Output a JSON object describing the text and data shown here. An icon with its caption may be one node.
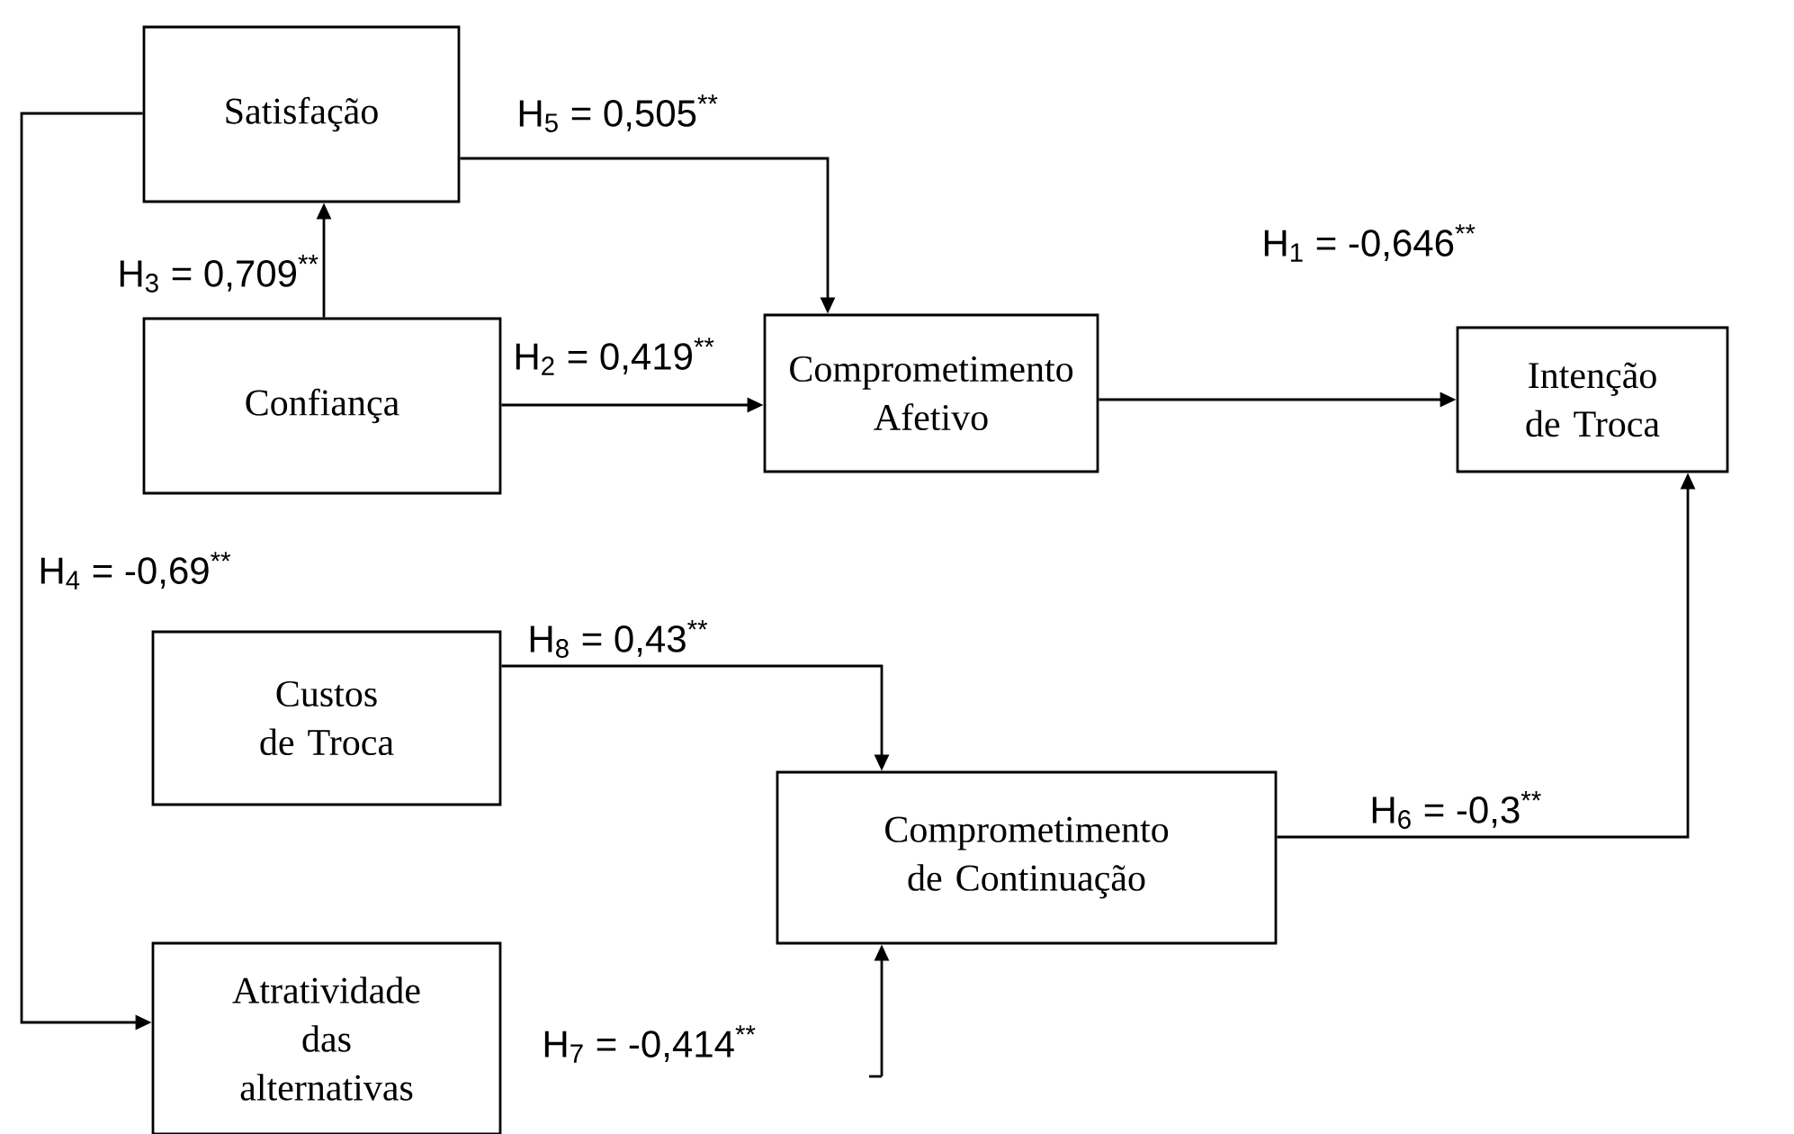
{
  "diagram": {
    "nodes": [
      {
        "text": [
          "Satisfação"
        ]
      },
      {
        "text": [
          "Confiança"
        ]
      },
      {
        "text": [
          "Comprometimento Afetivo"
        ]
      },
      {
        "text": [
          "Intenção de Troca"
        ]
      },
      {
        "text": [
          "Custos de Troca"
        ]
      },
      {
        "text": [
          "Comprometimento de Continuação"
        ]
      },
      {
        "text": [
          "Atratividade das alternativas"
        ]
      }
    ],
    "edges": [
      {
        "from": 1,
        "to": 0,
        "arrow": "to",
        "label": "H$_{3}$ = 0,709$^{**}$"
      },
      {
        "from": 0,
        "to": 2,
        "arrow": "to",
        "label": "H$_{5}$ = 0,505$^{**}$"
      },
      {
        "from": 1,
        "to": 2,
        "arrow": "to",
        "label": "H$_{2}$ = 0,419$^{**}$"
      },
      {
        "from": 2,
        "to": 3,
        "arrow": "to",
        "label": "H$_{1}$ = -0,646$^{**}$"
      },
      {
        "from": 0,
        "to": 6,
        "arrow": "to",
        "label": "H$_{4}$ = -0,69$^{**}$"
      },
      {
        "from": 4,
        "to": 5,
        "arrow": "to",
        "label": "H$_{8}$ = 0,43$^{**}$"
      },
      {
        "from": 5,
        "to": 3,
        "arrow": "to",
        "label": "H$_{6}$ = -0,3$^{**}$"
      },
      {
        "from": null,
        "to": 5,
        "arrow": "to",
        "label": "H$_{7}$ = -0,414$^{**}$"
      }
    ]
  }
}
